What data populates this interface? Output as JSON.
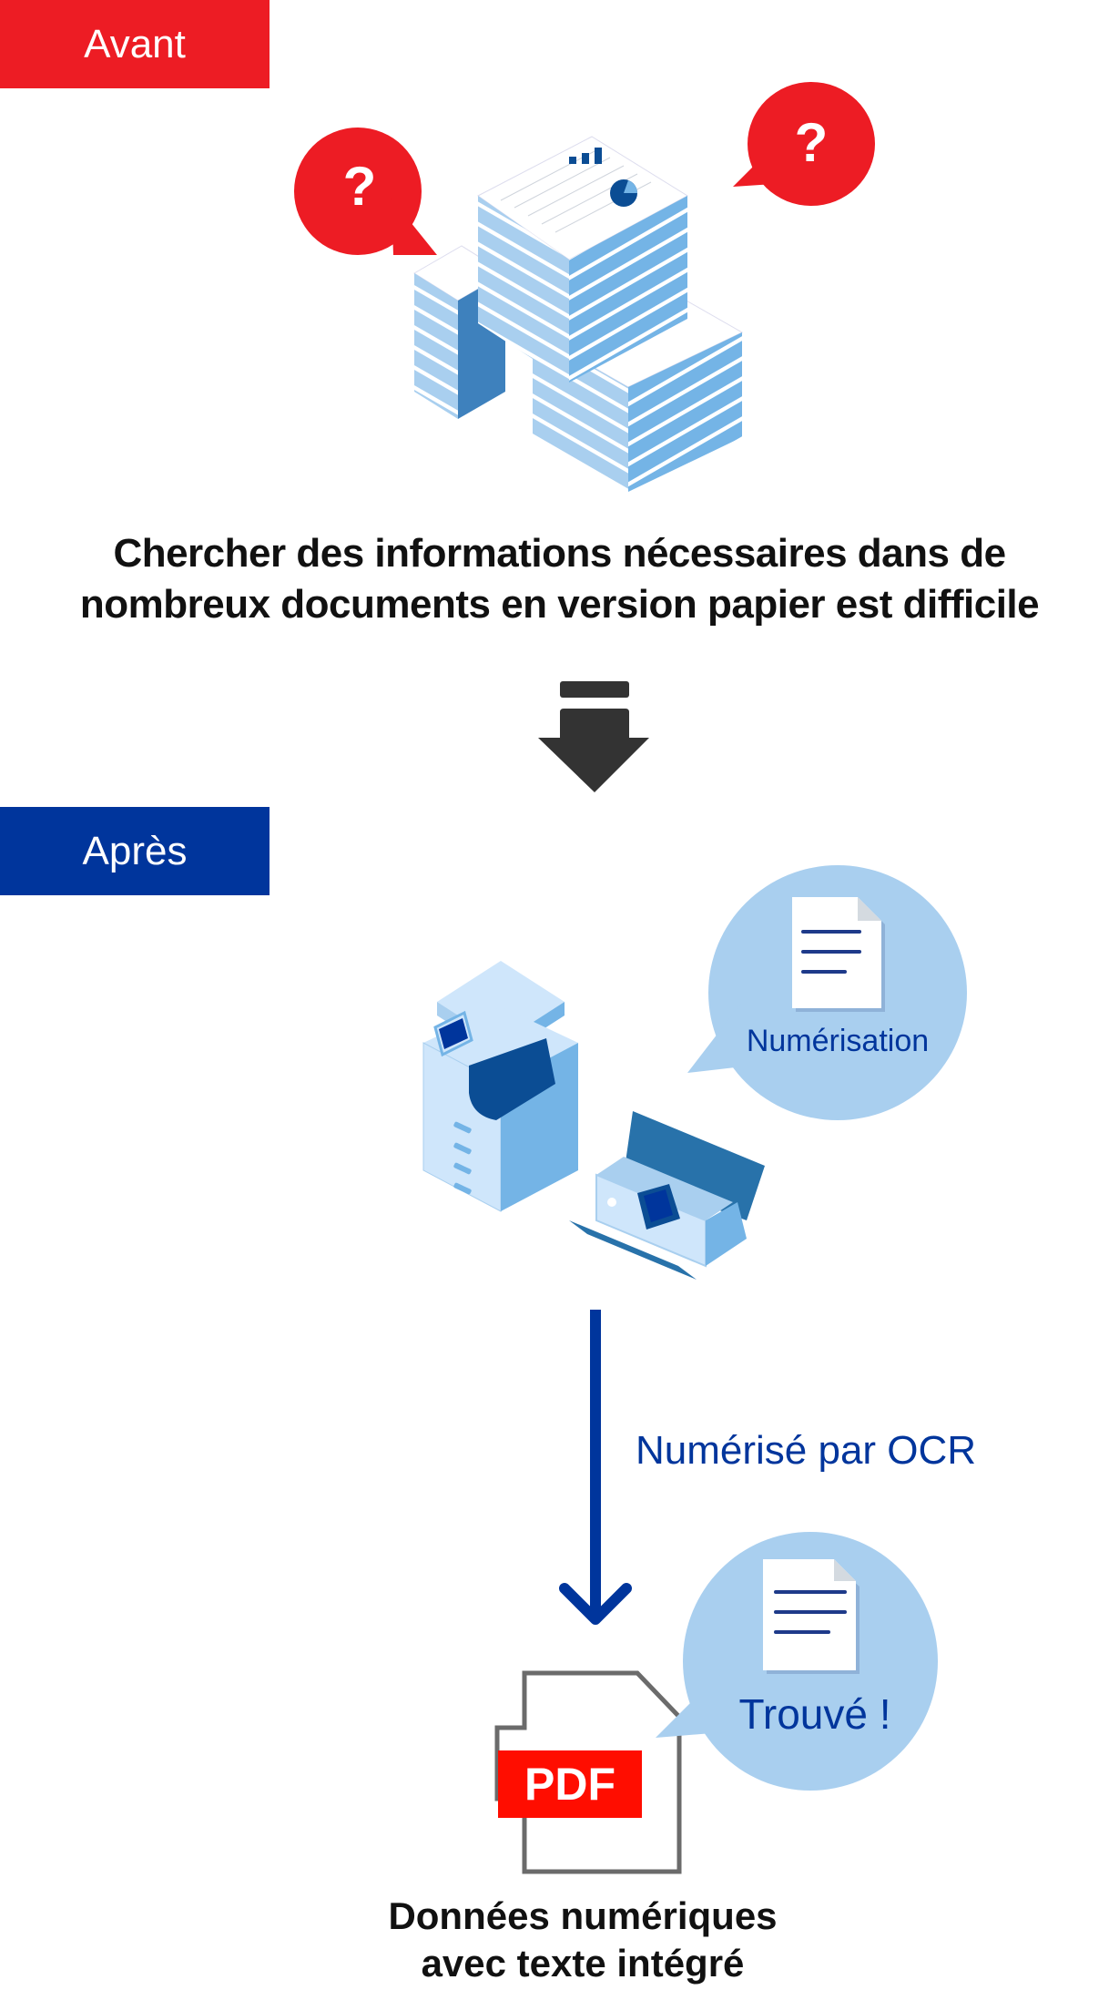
{
  "before": {
    "tag_label": "Avant",
    "bubble_left_glyph": "?",
    "bubble_right_glyph": "?",
    "caption_lines": [
      "Chercher des informations nécessaires dans de",
      "nombreux documents en version papier est difficile"
    ]
  },
  "transition_icon": "down-arrow-icon",
  "after": {
    "tag_label": "Après",
    "scan_bubble_label": "Numérisation",
    "ocr_label": "Numérisé par OCR",
    "found_bubble_label": "Trouvé !",
    "pdf_badge_label": "PDF",
    "caption_lines": [
      "Données numériques",
      "avec texte intégré"
    ]
  },
  "colors": {
    "before_red": "#ed1c24",
    "after_blue": "#00359c",
    "bubble_light_blue": "#a9cfef",
    "pdf_red": "#ff0d00",
    "arrow_dark": "#333333"
  }
}
